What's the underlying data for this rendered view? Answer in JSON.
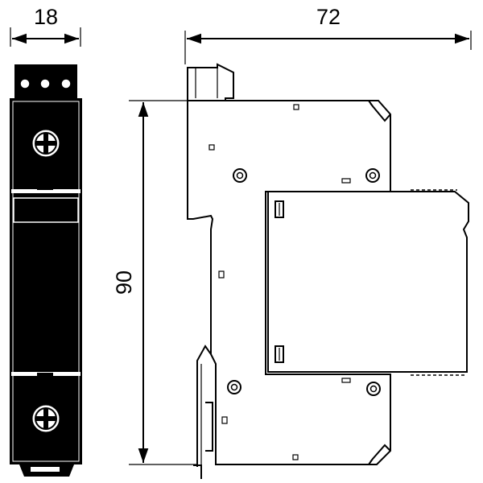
{
  "dimensions": {
    "width_label": "18",
    "depth_label": "72",
    "height_label": "90"
  },
  "views": [
    "front-view",
    "side-view"
  ]
}
